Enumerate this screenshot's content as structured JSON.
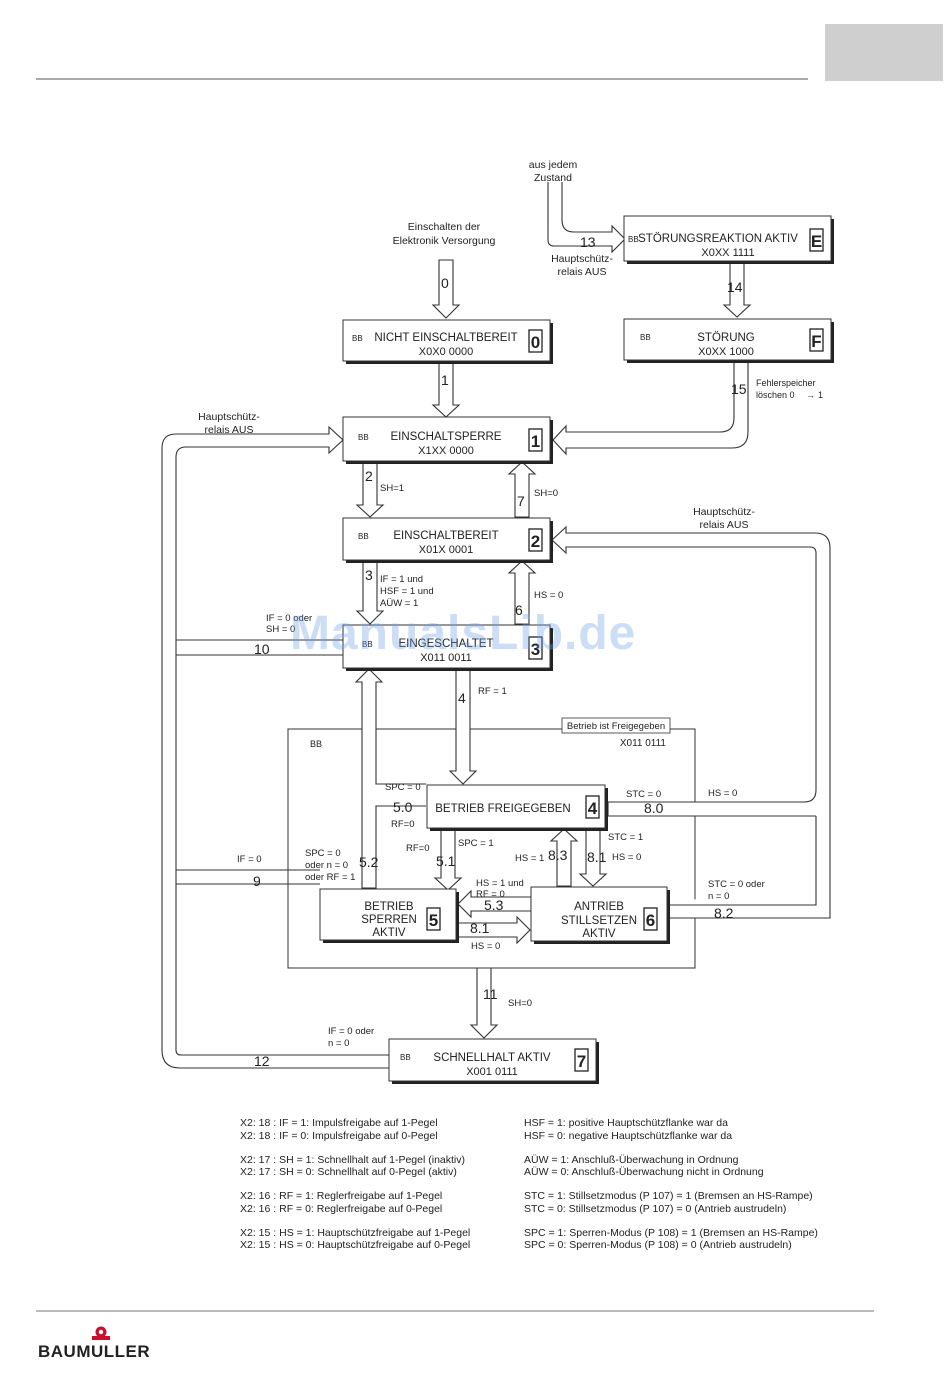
{
  "states": {
    "s0": {
      "label": "NICHT EINSCHALTBEREIT",
      "code": "X0X0 0000",
      "digit": "0",
      "bb": "BB"
    },
    "s1": {
      "label": "EINSCHALTSPERRE",
      "code": "X1XX 0000",
      "digit": "1",
      "bb": "BB"
    },
    "s2": {
      "label": "EINSCHALTBEREIT",
      "code": "X01X 0001",
      "digit": "2",
      "bb": "BB"
    },
    "s3": {
      "label": "EINGESCHALTET",
      "code": "X011 0011",
      "digit": "3",
      "bb": "BB"
    },
    "s4": {
      "label": "BETRIEB FREIGEGEBEN",
      "digit": "4"
    },
    "s5": {
      "line1": "BETRIEB",
      "line2": "SPERREN",
      "line3": "AKTIV",
      "digit": "5"
    },
    "s6": {
      "line1": "ANTRIEB",
      "line2": "STILLSETZEN",
      "line3": "AKTIV",
      "digit": "6"
    },
    "s7": {
      "label": "SCHNELLHALT AKTIV",
      "code": "X001 0111",
      "digit": "7",
      "bb": "BB"
    },
    "sE": {
      "label": "STÖRUNGSREAKTION AKTIV",
      "code": "X0XX 1111",
      "digit": "E",
      "bb": "BB"
    },
    "sF": {
      "label": "STÖRUNG",
      "code": "X0XX 1000",
      "digit": "F",
      "bb": "BB"
    }
  },
  "group": {
    "title": "Betrieb ist Freigegeben",
    "code": "X011 0111",
    "bb": "BB"
  },
  "text": {
    "aus_jedem_1": "aus jedem",
    "aus_jedem_2": "Zustand",
    "einschalten_1": "Einschalten der",
    "einschalten_2": "Elektronik Versorgung",
    "hs_relais_a1": "Hauptschütz-",
    "hs_relais_a2": "relais AUS",
    "hs_relais_b1": "Hauptschütz-",
    "hs_relais_b2": "relais AUS",
    "hs_relais_c1": "Hauptschütz-",
    "hs_relais_c2": "relais AUS",
    "fehler_1": "Fehlerspeicher",
    "fehler_2": "löschen  0",
    "fehler_3": "1",
    "sh1": "SH=1",
    "sh0": "SH=0",
    "t3_1": "IF = 1 und",
    "t3_2": "HSF = 1 und",
    "t3_3": "AÜW = 1",
    "hs0_6": "HS = 0",
    "t10_1": "IF = 0 oder",
    "t10_2": "SH = 0",
    "rf1": "RF = 1",
    "spc0": "SPC = 0",
    "rf0_50": "RF=0",
    "rf0_51": "RF=0",
    "spc1": "SPC = 1",
    "stc0": "STC = 0",
    "hs0_80": "HS = 0",
    "stc1": "STC = 1",
    "hs1_83": "HS = 1",
    "hs0_81": "HS = 0",
    "if0_9": "IF = 0",
    "t52_1": "SPC = 0",
    "t52_2": "oder n = 0",
    "t52_3": "oder RF = 1",
    "t53_1": "HS = 1 und",
    "t53_2": "RF = 0",
    "hs0_81b": "HS = 0",
    "t82_1": "STC = 0 oder",
    "t82_2": "n = 0",
    "sh0_11": "SH=0",
    "t12_1": "IF = 0 oder",
    "t12_2": "n = 0"
  },
  "transitions": {
    "n0": "0",
    "n1": "1",
    "n2": "2",
    "n3": "3",
    "n4": "4",
    "n6": "6",
    "n7": "7",
    "n9": "9",
    "n10": "10",
    "n11": "11",
    "n12": "12",
    "n13": "13",
    "n14": "14",
    "n15": "15",
    "n50": "5.0",
    "n51": "5.1",
    "n52": "5.2",
    "n53": "5.3",
    "n80": "8.0",
    "n81a": "8.1",
    "n81b": "8.1",
    "n82": "8.2",
    "n83": "8.3"
  },
  "legend": {
    "left": [
      [
        "X2: 18 : IF = 1: Impulsfreigabe auf 1-Pegel",
        "X2: 18 : IF = 0: Impulsfreigabe auf 0-Pegel"
      ],
      [
        "X2: 17 : SH = 1: Schnellhalt auf 1-Pegel (inaktiv)",
        "X2: 17 : SH = 0: Schnellhalt auf 0-Pegel (aktiv)"
      ],
      [
        "X2: 16 : RF = 1: Reglerfreigabe auf 1-Pegel",
        "X2: 16 : RF = 0: Reglerfreigabe auf 0-Pegel"
      ],
      [
        "X2: 15 : HS = 1: Hauptschützfreigabe auf 1-Pegel",
        "X2: 15 : HS = 0: Hauptschützfreigabe auf 0-Pegel"
      ]
    ],
    "right": [
      [
        "HSF = 1: positive Hauptschützflanke war da",
        "HSF = 0: negative Hauptschützflanke war da"
      ],
      [
        "AÜW = 1: Anschluß-Überwachung in Ordnung",
        "AÜW = 0: Anschluß-Überwachung nicht in Ordnung"
      ],
      [
        "STC = 1: Stillsetzmodus (P 107) = 1 (Bremsen an HS-Rampe)",
        "STC = 0: Stillsetzmodus (P 107) = 0 (Antrieb austrudeln)"
      ],
      [
        "SPC = 1: Sperren-Modus (P 108) = 1 (Bremsen an HS-Rampe)",
        "SPC = 0: Sperren-Modus (P 108) = 0 (Antrieb austrudeln)"
      ]
    ]
  },
  "brand": {
    "name": "BAUMULLER",
    "watermark": "ManualsLib.de"
  }
}
